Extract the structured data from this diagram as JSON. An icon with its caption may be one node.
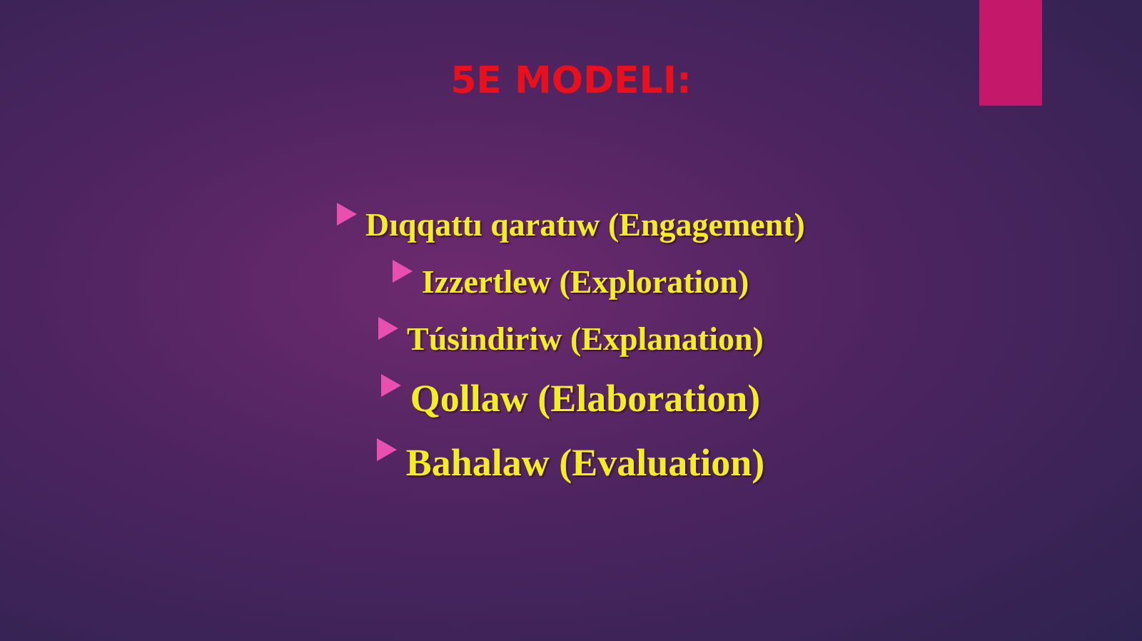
{
  "diagram": {
    "title": "5E MODELI:",
    "labels": [
      "Dıqqattı qaratıw (Engagement)",
      "Izzertlew (Exploration)",
      "Túsindiriw (Explanation)",
      "Qollaw (Elaboration)",
      "Bahalaw (Evaluation)"
    ]
  }
}
